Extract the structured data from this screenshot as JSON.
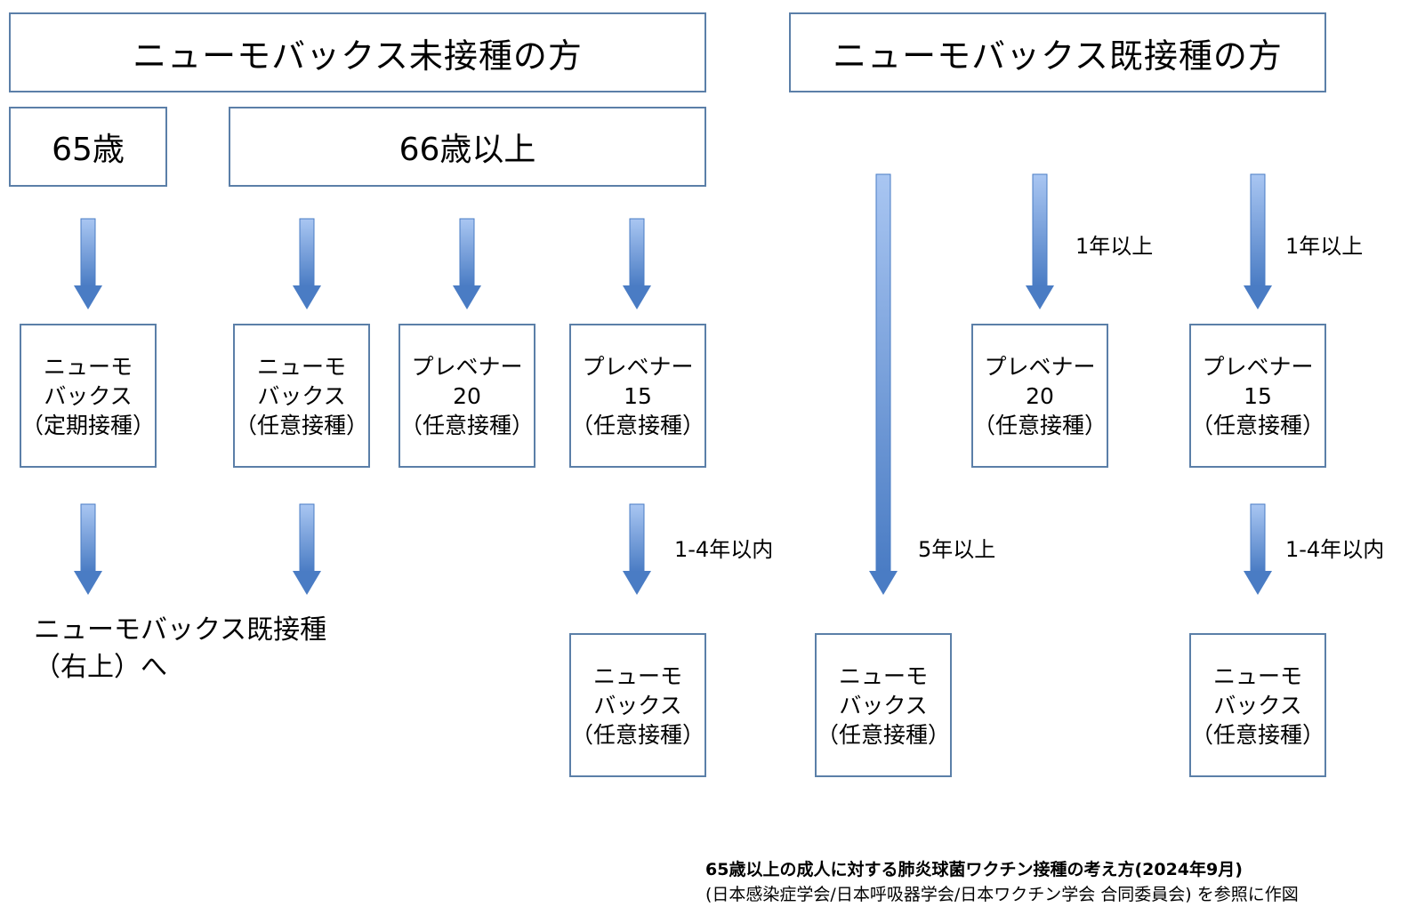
{
  "header_left": "ニューモバックス未接種の方",
  "header_right": "ニューモバックス既接種の方",
  "age_65": "65歳",
  "age_66_plus": "66歳以上",
  "left_boxes": {
    "pneumovax_routine": "ニューモ\nバックス\n（定期接種）",
    "pneumovax_voluntary": "ニューモ\nバックス\n（任意接種）",
    "prevenar20": "プレベナー20\n（任意接種）",
    "prevenar15": "プレベナー15\n（任意接種）"
  },
  "goto_note": "ニューモバックス既接種\n（右上）へ",
  "interval_labels": {
    "left_1_4": "1-4年以内",
    "right_5": "5年以上",
    "right_1a": "1年以上",
    "right_1b": "1年以上",
    "right_1_4": "1-4年以内"
  },
  "right_boxes": {
    "prevenar20": "プレベナー20\n（任意接種）",
    "prevenar15": "プレベナー15\n（任意接種）"
  },
  "bottom_boxes": {
    "after_p15_left": "ニューモ\nバックス\n（任意接種）",
    "after_5yr": "ニューモ\nバックス\n（任意接種）",
    "after_p15_right": "ニューモ\nバックス\n（任意接種）"
  },
  "footer": {
    "line1": "65歳以上の成人に対する肺炎球菌ワクチン接種の考え方(2024年9月)",
    "line2": "(日本感染症学会/日本呼吸器学会/日本ワクチン学会 合同委員会) を参照に作図"
  },
  "colors": {
    "box_border": "#5b7fa8",
    "arrow_light": "#a9c6f2",
    "arrow_dark": "#4a7cc4"
  }
}
